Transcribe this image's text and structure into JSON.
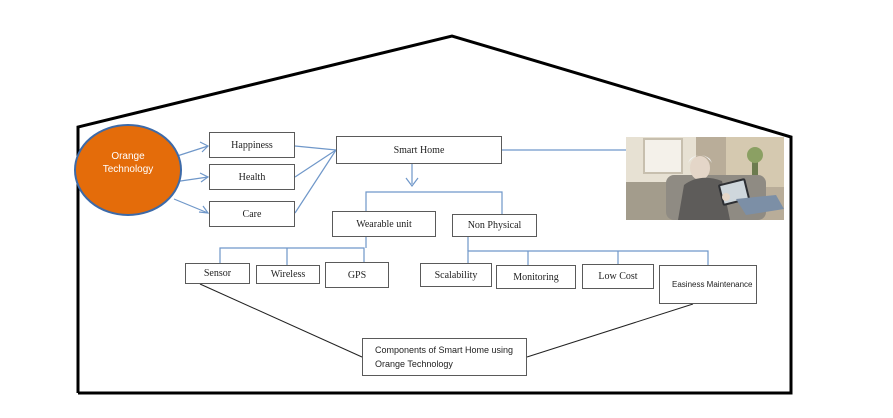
{
  "diagram": {
    "orange_tech": "Orange Technology",
    "outcomes": [
      "Happiness",
      "Health",
      "Care"
    ],
    "smart_home": "Smart Home",
    "branches": [
      "Wearable unit",
      "Non Physical"
    ],
    "wearable_parts": [
      "Sensor",
      "Wireless",
      "GPS"
    ],
    "non_physical_parts": [
      "Scalability",
      "Monitoring",
      "Low Cost",
      "Easiness Maintenance"
    ],
    "components": "Components of Smart Home using Orange Technology",
    "colors": {
      "orange": "#e46c0a",
      "ellipse_border": "#3d6aa8",
      "connector": "#6f97c9",
      "house": "#000000"
    }
  }
}
